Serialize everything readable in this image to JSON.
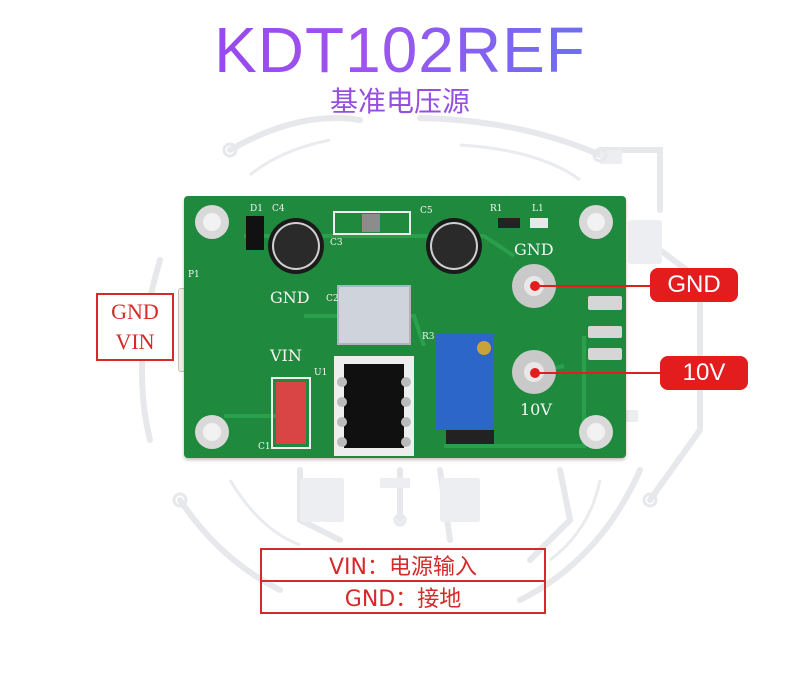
{
  "title": "KDT102REF",
  "subtitle": "基准电压源",
  "connector_box": {
    "line1": "GND",
    "line2": "VIN"
  },
  "board_labels": {
    "d1": "D1",
    "c4": "C4",
    "c3": "C3",
    "c5": "C5",
    "r1": "R1",
    "l1": "L1",
    "p1": "P1",
    "c2": "C2",
    "r3": "R3",
    "u1": "U1",
    "c1": "C1",
    "gnd_top": "GND",
    "gnd_left": "GND",
    "vin": "VIN",
    "ten_v": "10V"
  },
  "callouts": {
    "gnd": "GND",
    "ten_v": "10V"
  },
  "legend": {
    "vin": "VIN：电源输入",
    "gnd": "GND：接地"
  },
  "colors": {
    "board": "#1f8a3e",
    "callout": "#e31d1d",
    "title_start": "#8a3ee8",
    "title_end": "#3b8cf0"
  }
}
